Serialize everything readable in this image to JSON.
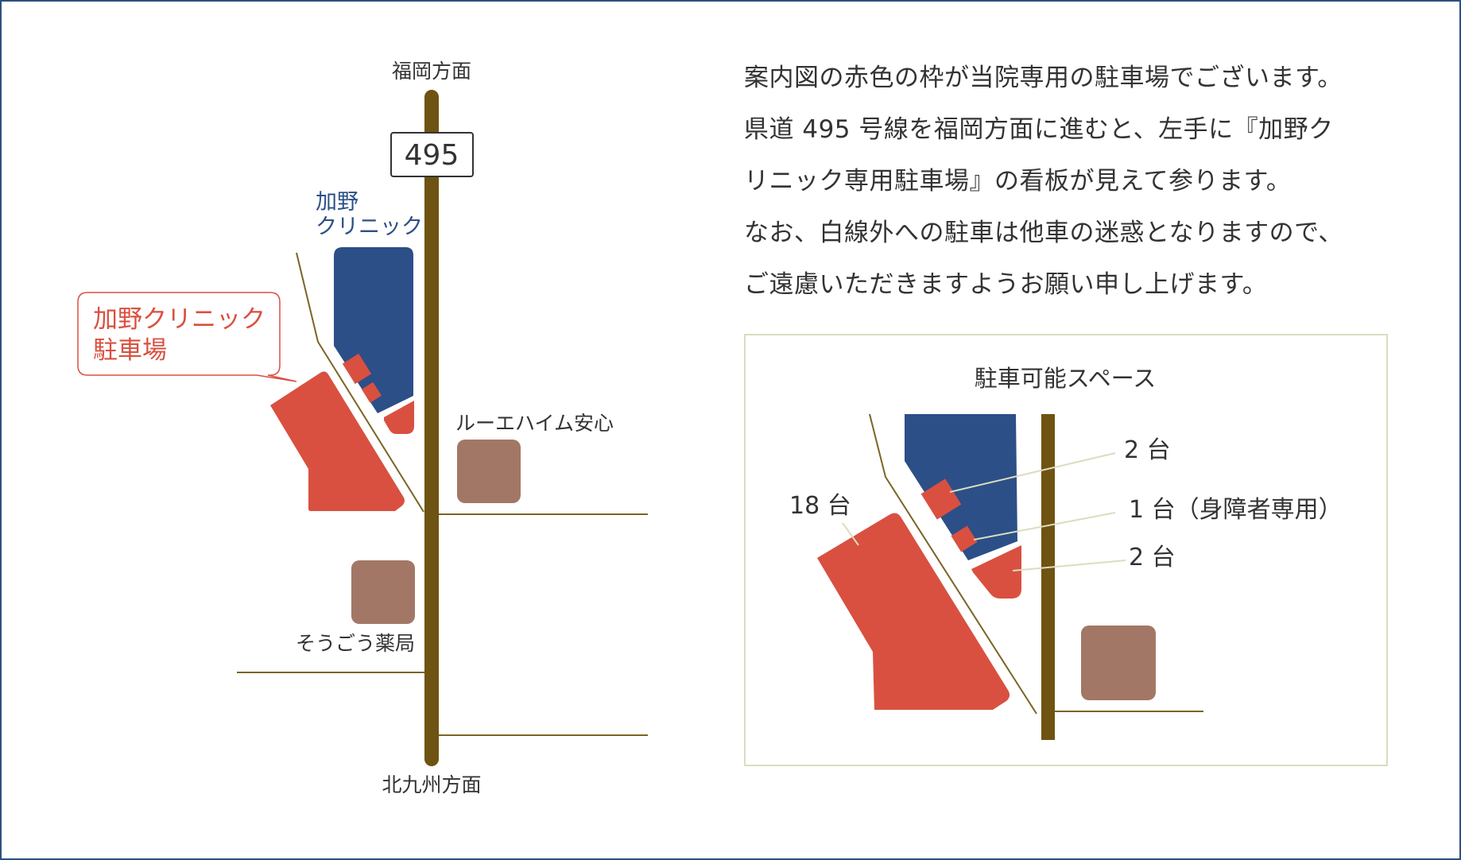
{
  "colors": {
    "frame": "#2c4f7f",
    "road": "#6e5312",
    "minor_road": "#7a6526",
    "clinic": "#2c4f87",
    "parking": "#d95040",
    "building": "#a37766",
    "inset_border": "#dcdcc0"
  },
  "map": {
    "north_label": "福岡方面",
    "south_label": "北九州方面",
    "route_sign": "495",
    "clinic_label_line1": "加野",
    "clinic_label_line2": "クリニック",
    "parking_callout_line1": "加野クリニック",
    "parking_callout_line2": "駐車場",
    "building_east_label": "ルーエハイム安心",
    "pharmacy_label": "そうごう薬局"
  },
  "notice": {
    "lines": [
      "案内図の赤色の枠が当院専用の駐車場でございます。",
      "県道 495 号線を福岡方面に進むと、左手に『加野ク",
      "リニック専用駐車場』の看板が見えて参ります。",
      "なお、白線外への駐車は他車の迷惑となりますので、",
      "ご遠慮いただきますようお願い申し上げます。"
    ]
  },
  "inset": {
    "title": "駐車可能スペース",
    "label_large_lot": "18 台",
    "label_upper_slots": "2 台",
    "label_accessible": "1 台（身障者専用）",
    "label_lower_lot": "2 台"
  }
}
